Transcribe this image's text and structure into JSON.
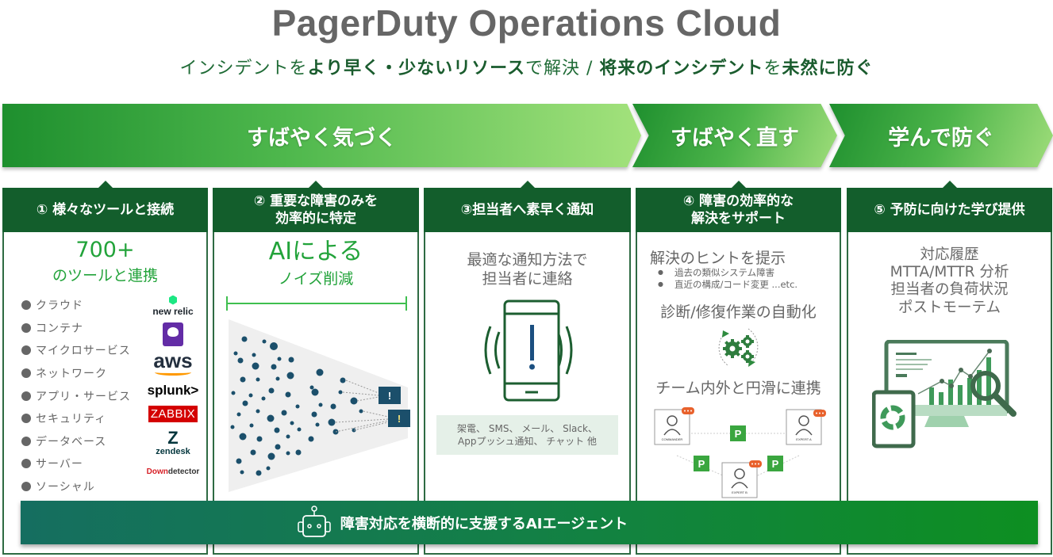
{
  "header": {
    "title": "PagerDuty Operations Cloud",
    "subtitle_parts": [
      {
        "text": "インシデントを",
        "bold": false
      },
      {
        "text": "より早く・少ないリソース",
        "bold": true
      },
      {
        "text": "で解決 / ",
        "bold": false
      },
      {
        "text": "将来のインシデント",
        "bold": true
      },
      {
        "text": "を",
        "bold": false
      },
      {
        "text": "未然に防ぐ",
        "bold": true
      }
    ],
    "subtitle_1": "インシデントを",
    "subtitle_2": "より早く・少ないリソース",
    "subtitle_3": "で解決 / ",
    "subtitle_4": "将来のインシデント",
    "subtitle_5": "を",
    "subtitle_6": "未然に防ぐ"
  },
  "phases": [
    {
      "label": "すばやく気づく"
    },
    {
      "label": "すばやく直す"
    },
    {
      "label": "学んで防ぐ"
    }
  ],
  "columns": [
    {
      "title_line1": "① 様々なツールと接続",
      "stat": "700+",
      "stat_sub": "のツールと連携",
      "categories": [
        "クラウド",
        "コンテナ",
        "マイクロサービス",
        "ネットワーク",
        "アプリ・サービス",
        "セキュリティ",
        "データベース",
        "サーバー",
        "ソーシャル"
      ],
      "logos": {
        "newrelic": "new relic",
        "datadog": "datadog-icon",
        "aws": "aws",
        "splunk": "splunk>",
        "zabbix": "ZABBIX",
        "zendesk_mark": "Z",
        "zendesk": "zendesk",
        "downdetector_1": "Down",
        "downdetector_2": "detector"
      }
    },
    {
      "title_line1": "② 重要な障害のみを",
      "title_line2": "効率的に特定",
      "stat": "AIによる",
      "stat_sub": "ノイズ削減",
      "alert_glyph": "!"
    },
    {
      "title_line1": "③担当者へ素早く通知",
      "desc_line1": "最適な通知方法で",
      "desc_line2": "担当者に連絡",
      "channels_line1": "架電、 SMS、 メール、 Slack、",
      "channels_line2": "Appプッシュ通知、 チャット 他"
    },
    {
      "title_line1": "④ 障害の効率的な",
      "title_line2": "解決をサポート",
      "hint_title": "解決のヒントを提示",
      "hints": [
        "過去の類似システム障害",
        "直近の構成/コード変更 ...etc."
      ],
      "automation": "診断/修復作業の自動化",
      "collab": "チーム内外と円滑に連携",
      "roles": [
        "COMMANDER",
        "EXPERT A",
        "EXPERT B"
      ]
    },
    {
      "title_line1": "⑤ 予防に向けた学び提供",
      "items": [
        "対応履歴",
        "MTTA/MTTR 分析",
        "担当者の負荷状況",
        "ポストモーテム"
      ]
    }
  ],
  "ai_bar": {
    "label": "障害対応を横断的に支援するAIエージェント"
  },
  "colors": {
    "header_green": "#135e2c",
    "accent_green": "#22a33a",
    "title_gray": "#666666",
    "dot_navy": "#1b4f6b",
    "chat_orange": "#e8612c"
  }
}
